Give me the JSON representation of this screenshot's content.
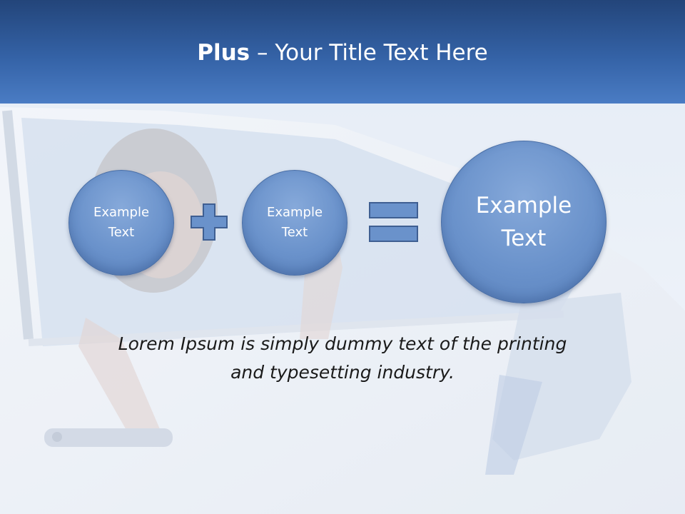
{
  "slide": {
    "title_bold": "Plus",
    "title_rest": " – Your Title Text Here",
    "circles": [
      {
        "label": "Example\nText"
      },
      {
        "label": "Example\nText"
      },
      {
        "label": "Example\nText"
      }
    ],
    "operators": [
      "plus-icon",
      "equals-icon"
    ],
    "body_text": "Lorem Ipsum is simply dummy text of the printing\nand typesetting industry."
  },
  "colors": {
    "header_top": "#23457a",
    "header_bottom": "#4a7cc4",
    "circle_fill": "#6a92cb",
    "circle_border": "#4a6fa6",
    "operator_fill": "#6a92cb"
  }
}
